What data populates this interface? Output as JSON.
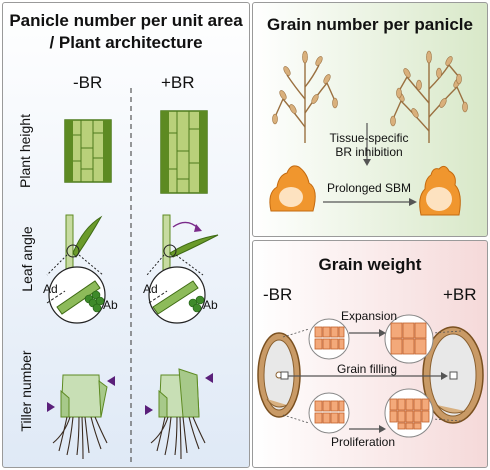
{
  "left_panel": {
    "title_line1": "Panicle number per unit area",
    "title_line2": "/ Plant architecture",
    "minus_br": "-BR",
    "plus_br": "+BR",
    "rows": [
      "Plant height",
      "Leaf angle",
      "Tiller number"
    ],
    "ad_label": "Ad",
    "ab_label": "Ab"
  },
  "top_right": {
    "title": "Grain number per panicle",
    "inhibition_line1": "Tissue-specific",
    "inhibition_line2": "BR inhibition",
    "sbm_label": "Prolonged SBM"
  },
  "bottom_right": {
    "title": "Grain weight",
    "minus_br": "-BR",
    "plus_br": "+BR",
    "expansion": "Expansion",
    "grain_filling": "Grain filling",
    "proliferation": "Proliferation"
  },
  "colors": {
    "accent_purple": "#7a2a8a",
    "stem_green": "#6a9a2a",
    "cell_orange": "#f0a070",
    "panicle_tan": "#c8a070"
  }
}
